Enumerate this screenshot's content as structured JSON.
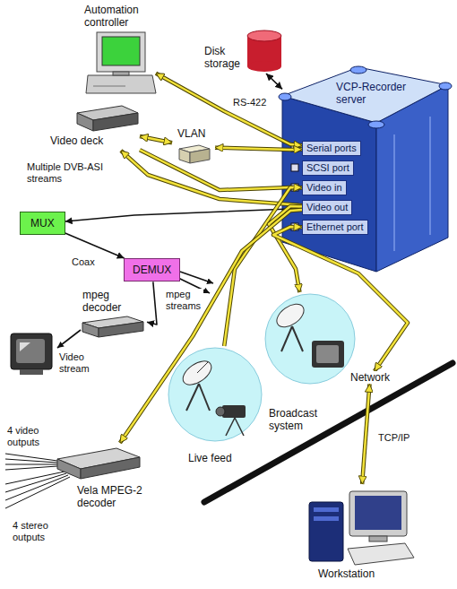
{
  "diagram": {
    "nodes": [
      {
        "text": [
          "Automation controller"
        ]
      },
      {
        "text": [
          "Disk storage"
        ]
      },
      {
        "text": [
          "VCP-Recorder server"
        ]
      },
      {
        "text": [
          "Serial ports"
        ],
        "in": 2
      },
      {
        "text": [
          "SCSI port"
        ],
        "in": 2
      },
      {
        "text": [
          "Video in"
        ],
        "in": 2
      },
      {
        "text": [
          "Video out"
        ],
        "in": 2
      },
      {
        "text": [
          "Ethernet port"
        ],
        "in": 2
      },
      {
        "text": [
          "Video deck"
        ]
      },
      {
        "text": [
          "VLAN"
        ]
      },
      {
        "text": [
          "MUX"
        ]
      },
      {
        "text": [
          "DEMUX"
        ]
      },
      {
        "text": [
          "mpeg decoder"
        ]
      },
      {
        "text": [
          "Live feed"
        ]
      },
      {
        "text": [
          "Broadcast system"
        ]
      },
      {
        "text": [
          "Vela MPEG-2 decoder"
        ]
      },
      {
        "text": [
          "Workstation"
        ]
      },
      {
        "text": [
          "Network"
        ]
      }
    ],
    "edges": [
      {
        "from": 0,
        "to": 3,
        "label": "RS-422",
        "arrow": "both"
      },
      {
        "from": 1,
        "to": 2,
        "arrow": "both"
      },
      {
        "from": 8,
        "to": 9,
        "arrow": "both"
      },
      {
        "from": 9,
        "to": 3,
        "arrow": "both"
      },
      {
        "from": 8,
        "to": 5,
        "arrow": "to"
      },
      {
        "from": 6,
        "to": 8,
        "arrow": "to"
      },
      {
        "from": 6,
        "to": 10,
        "label": "Multiple DVB-ASI streams",
        "arrow": "to"
      },
      {
        "from": 10,
        "to": 11,
        "label": "Coax",
        "arrow": "to"
      },
      {
        "from": 11,
        "to": 12,
        "label": "mpeg streams",
        "arrow": "to"
      },
      {
        "from": 13,
        "to": 5,
        "arrow": "to"
      },
      {
        "from": 6,
        "to": 14,
        "arrow": "to"
      },
      {
        "from": 6,
        "to": 15,
        "arrow": "to"
      },
      {
        "from": 7,
        "to": 17,
        "arrow": "both"
      },
      {
        "from": 16,
        "to": 17,
        "label": "TCP/IP",
        "arrow": "both"
      }
    ],
    "labels": [
      "Video stream",
      "4 video outputs",
      "4 stereo outputs"
    ]
  }
}
